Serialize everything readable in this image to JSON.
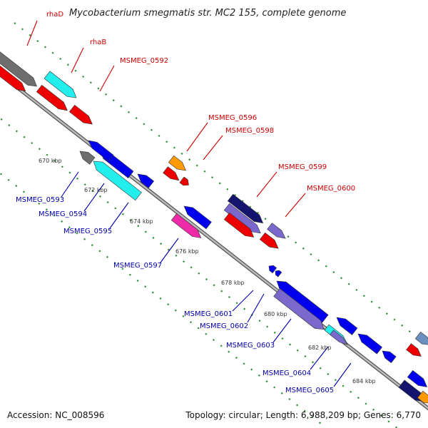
{
  "header": {
    "title": "Mycobacterium smegmatis str. MC2 155, complete genome"
  },
  "footer": {
    "accession": "Accession: NC_008596",
    "topology": "Topology: circular; Length: 6,988,209 bp; Genes: 6,770"
  },
  "kbp_labels": [
    "670 kbp",
    "672 kbp",
    "674 kbp",
    "676 kbp",
    "678 kbp",
    "680 kbp",
    "682 kbp",
    "684 kbp"
  ],
  "gene_labels_forward": [
    "rhaD",
    "rhaB",
    "MSMEG_0592",
    "MSMEG_0596",
    "MSMEG_0598",
    "MSMEG_0599",
    "MSMEG_0600"
  ],
  "gene_labels_reverse": [
    "MSMEG_0593",
    "MSMEG_0594",
    "MSMEG_0595",
    "MSMEG_0597",
    "MSMEG_0601",
    "MSMEG_0602",
    "MSMEG_0603",
    "MSMEG_0604",
    "MSMEG_0605"
  ],
  "colors": {
    "backbone": "#8c8c8c",
    "dots": "#2f8f2f",
    "cds": "#ee0000",
    "gene_blue": "#0000ee",
    "gene_navy": "#14146e",
    "gene_purple": "#7b68cc",
    "gene_cyan": "#22eeee",
    "gene_gray": "#6e6e6e",
    "gene_orange": "#ff9900",
    "gene_magenta": "#ee2aa8",
    "gene_steel": "#6b8fbf",
    "label_forward": "#cc0000",
    "label_reverse": "#0000aa"
  }
}
